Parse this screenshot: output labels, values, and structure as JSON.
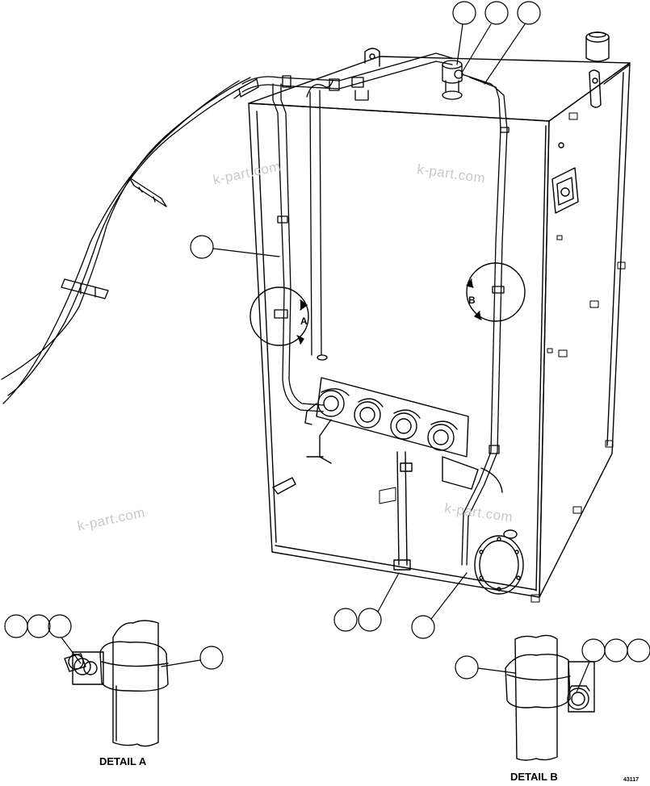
{
  "figure": {
    "detail_a_label": "DETAIL A",
    "detail_b_label": "DETAIL B",
    "figure_number": "43117",
    "view_a": "A",
    "view_b": "B"
  },
  "watermarks": [
    "k-part.com",
    "k-part.com",
    "k-part.com",
    "k-part.com"
  ],
  "callouts": {
    "count": 17
  }
}
